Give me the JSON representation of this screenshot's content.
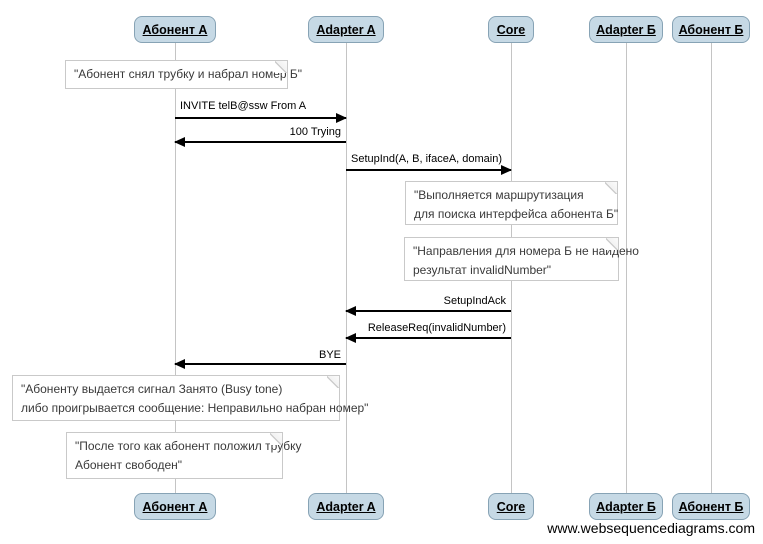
{
  "watermark": "www.websequencediagrams.com",
  "actors": [
    {
      "label": "Абонент А"
    },
    {
      "label": "Adapter A"
    },
    {
      "label": "Core"
    },
    {
      "label": "Adapter Б"
    },
    {
      "label": "Абонент Б"
    }
  ],
  "messages": [
    {
      "label": "INVITE telB@ssw From A",
      "from": "Абонент А",
      "to": "Adapter A",
      "direction": "right"
    },
    {
      "label": "100 Trying",
      "from": "Adapter A",
      "to": "Абонент А",
      "direction": "left"
    },
    {
      "label": "SetupInd(A, B, ifaceA, domain)",
      "from": "Adapter A",
      "to": "Core",
      "direction": "right"
    },
    {
      "label": "SetupIndAck",
      "from": "Core",
      "to": "Adapter A",
      "direction": "left"
    },
    {
      "label": "ReleaseReq(invalidNumber)",
      "from": "Core",
      "to": "Adapter A",
      "direction": "left"
    },
    {
      "label": "BYE",
      "from": "Adapter A",
      "to": "Абонент А",
      "direction": "left"
    }
  ],
  "notes": [
    {
      "over": "Абонент А",
      "lines": [
        "\"Абонент снял трубку и набрал номер Б\""
      ]
    },
    {
      "over": "Core",
      "lines": [
        "\"Выполняется маршрутизация",
        "для поиска интерфейса абонента Б\""
      ]
    },
    {
      "over": "Core",
      "lines": [
        "\"Направления для номера Б не найдено",
        "результат invalidNumber\""
      ]
    },
    {
      "over": "Абонент А",
      "lines": [
        "\"Абоненту выдается сигнал Занято (Busy tone)",
        "либо проигрывается сообщение: Неправильно набран номер\""
      ]
    },
    {
      "over": "Абонент А",
      "lines": [
        "\"После того как абонент положил трубку",
        "Абонент свободен\""
      ]
    }
  ],
  "colors": {
    "actor_fill": "#c6d9e5",
    "actor_border": "#87a3b5",
    "lifeline": "#c4c4c4",
    "note_border": "#c9c9c9",
    "note_text": "#3a3a3a",
    "arrow": "#000000"
  }
}
